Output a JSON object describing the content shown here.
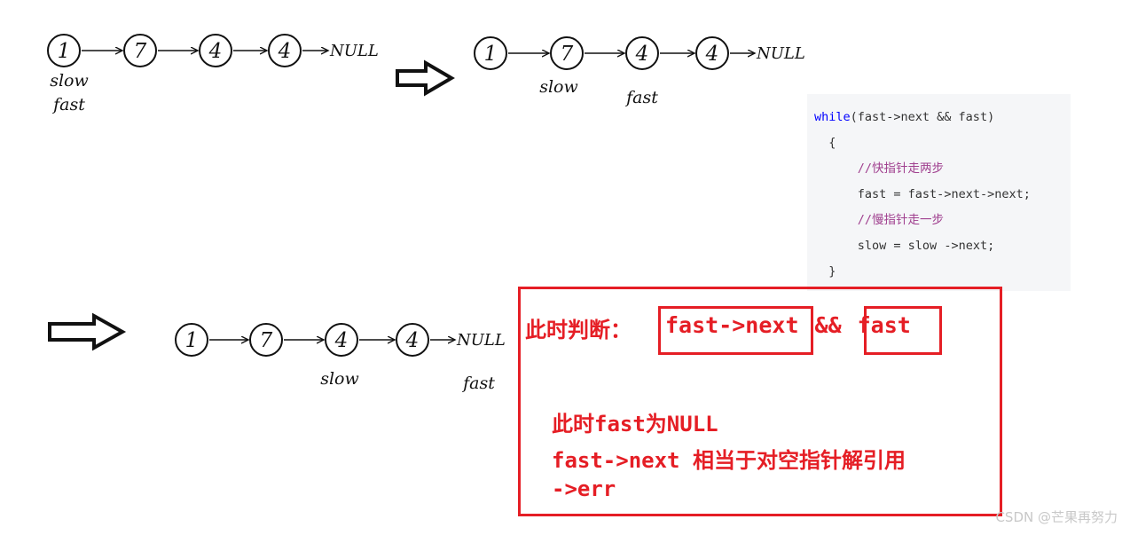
{
  "diagrams": [
    {
      "nodes": [
        "1",
        "7",
        "4",
        "4"
      ],
      "end": "NULL",
      "slow_label": "slow",
      "fast_label": "fast",
      "slow_at": 0,
      "fast_at": 0
    },
    {
      "nodes": [
        "1",
        "7",
        "4",
        "4"
      ],
      "end": "NULL",
      "slow_label": "slow",
      "fast_label": "fast",
      "slow_at": 1,
      "fast_at": 2
    },
    {
      "nodes": [
        "1",
        "7",
        "4",
        "4"
      ],
      "end": "NULL",
      "slow_label": "slow",
      "fast_label": "fast",
      "slow_at": 2,
      "fast_at": 4
    }
  ],
  "code": {
    "line1_kw": "while",
    "line1_rest": "(fast->next && fast)",
    "open_brace": "{",
    "comment1": "//快指针走两步",
    "stmt1": "fast = fast->next->next;",
    "comment2": "//慢指针走一步",
    "stmt2": "slow = slow ->next;",
    "close_brace": "}"
  },
  "annotation": {
    "title": "此时判断：",
    "expr_left": "fast->next",
    "expr_op": "&&",
    "expr_right": "fast",
    "line1": "此时fast为NULL",
    "line2": "fast->next 相当于对空指针解引用",
    "line3": "->err"
  },
  "watermark": "CSDN @芒果再努力"
}
